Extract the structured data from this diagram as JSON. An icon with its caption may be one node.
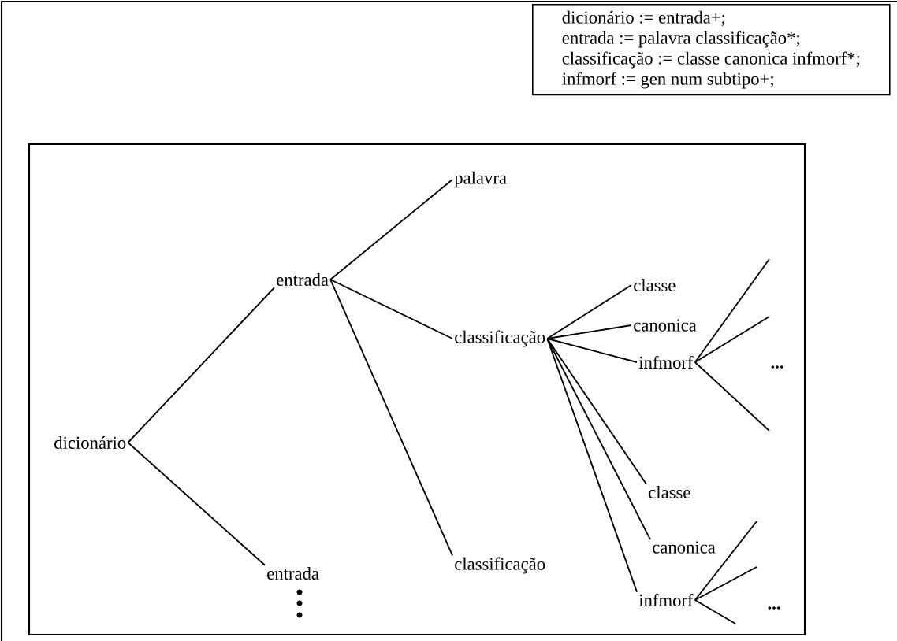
{
  "diagram": {
    "nodes": [
      {
        "text": [
          "dicionário := entrada+;",
          "entrada := palavra  classificação*;",
          "classificação := classe canonica infmorf*;",
          "infmorf := gen num subtipo+;"
        ]
      },
      {
        "text": [
          "dicionário"
        ]
      },
      {
        "text": [
          "entrada"
        ]
      },
      {
        "text": [
          "entrada"
        ]
      },
      {
        "text": [
          "palavra"
        ]
      },
      {
        "text": [
          "classificação"
        ]
      },
      {
        "text": [
          "classificação"
        ]
      },
      {
        "text": [
          "classe"
        ]
      },
      {
        "text": [
          "canonica"
        ]
      },
      {
        "text": [
          "infmorf"
        ]
      },
      {
        "text": [
          "classe"
        ]
      },
      {
        "text": [
          "canonica"
        ]
      },
      {
        "text": [
          "infmorf"
        ]
      }
    ],
    "edges": [
      {
        "from": 1,
        "to": 2,
        "arrow": "none"
      },
      {
        "from": 1,
        "to": 3,
        "arrow": "none"
      },
      {
        "from": 2,
        "to": 4,
        "arrow": "none"
      },
      {
        "from": 2,
        "to": 5,
        "arrow": "none"
      },
      {
        "from": 2,
        "to": 6,
        "arrow": "none"
      },
      {
        "from": 5,
        "to": 7,
        "arrow": "none"
      },
      {
        "from": 5,
        "to": 8,
        "arrow": "none"
      },
      {
        "from": 5,
        "to": 9,
        "arrow": "none"
      },
      {
        "from": 5,
        "to": 10,
        "arrow": "none"
      },
      {
        "from": 5,
        "to": 11,
        "arrow": "none"
      },
      {
        "from": 5,
        "to": 12,
        "arrow": "none"
      },
      {
        "from": 9,
        "to": null,
        "arrow": "none"
      },
      {
        "from": 9,
        "to": null,
        "arrow": "none"
      },
      {
        "from": 9,
        "to": null,
        "arrow": "none"
      },
      {
        "from": 12,
        "to": null,
        "arrow": "none"
      },
      {
        "from": 12,
        "to": null,
        "arrow": "none"
      },
      {
        "from": 12,
        "to": null,
        "arrow": "none"
      }
    ],
    "labels": [
      "...",
      "..."
    ]
  }
}
